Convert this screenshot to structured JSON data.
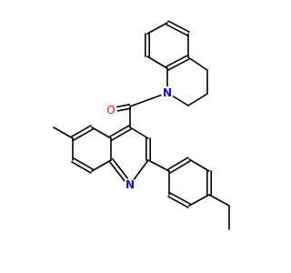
{
  "molecule": {
    "atom_labels": {
      "carbonyl_oxygen": "O",
      "amide_nitrogen": "N",
      "quinoline_nitrogen": "N"
    },
    "colors": {
      "bond": "#000000",
      "oxygen": "#ff0d0d",
      "nitrogen": "#0d0de6",
      "background": "#ffffff"
    }
  }
}
